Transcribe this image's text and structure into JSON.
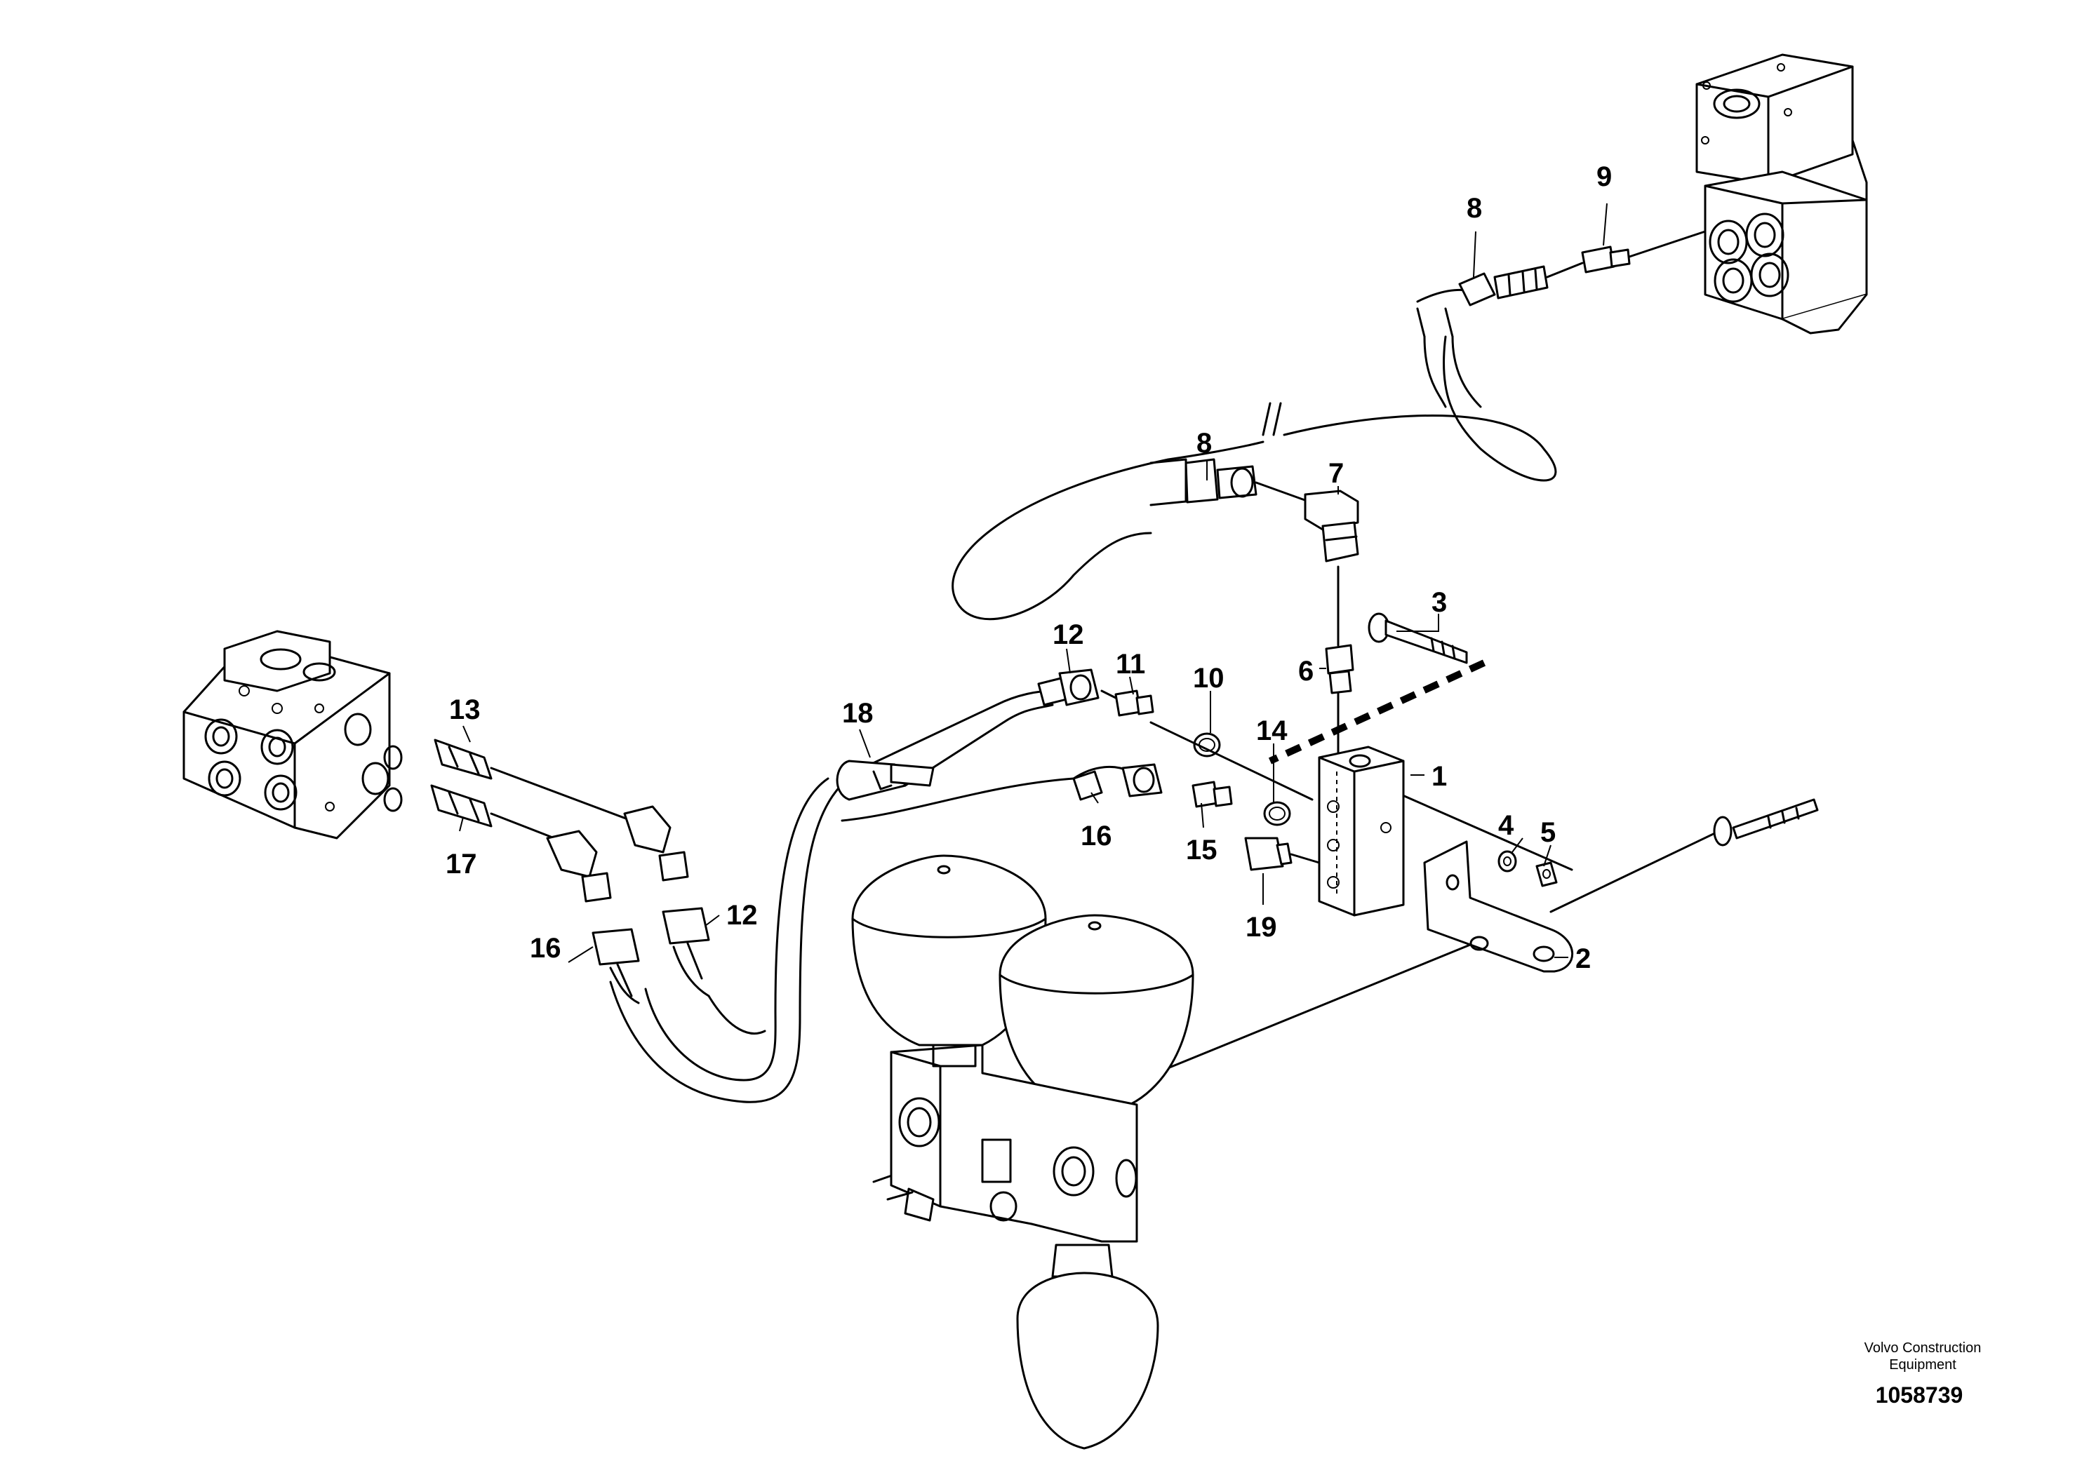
{
  "labels": {
    "p1": "1",
    "p2": "2",
    "p3": "3",
    "p4": "4",
    "p5": "5",
    "p6": "6",
    "p7": "7",
    "p8a": "8",
    "p8b": "8",
    "p9": "9",
    "p10": "10",
    "p11": "11",
    "p12a": "12",
    "p12b": "12",
    "p13": "13",
    "p14": "14",
    "p15": "15",
    "p16a": "16",
    "p16b": "16",
    "p17": "17",
    "p18": "18",
    "p19": "19"
  },
  "footer": {
    "brand_line1": "Volvo Construction",
    "brand_line2": "Equipment",
    "drawing_number": "1058739"
  }
}
